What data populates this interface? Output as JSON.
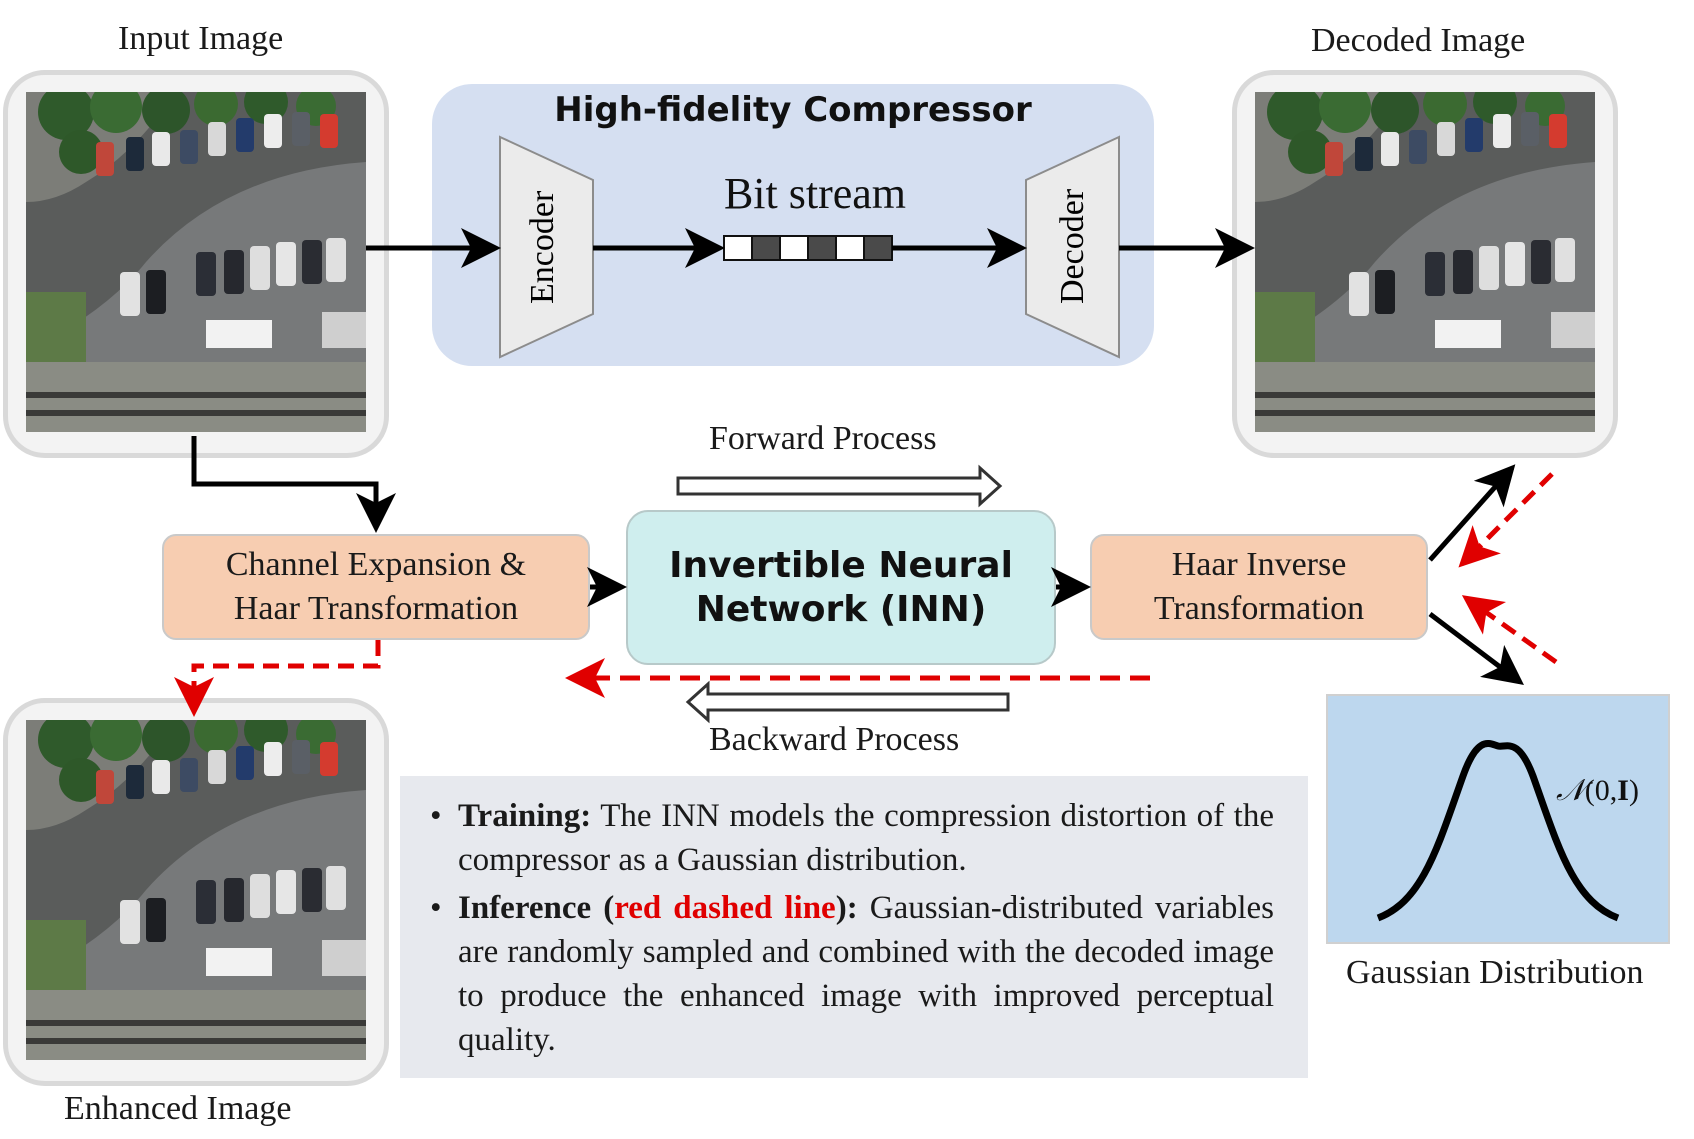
{
  "labels": {
    "input_image": "Input Image",
    "decoded_image": "Decoded Image",
    "enhanced_image": "Enhanced Image",
    "gaussian_distribution": "Gaussian Distribution"
  },
  "compressor": {
    "title": "High-fidelity Compressor",
    "encoder": "Encoder",
    "decoder": "Decoder",
    "bit_stream": "Bit stream"
  },
  "blocks": {
    "channel_expansion_line1": "Channel Expansion &",
    "channel_expansion_line2": "Haar Transformation",
    "inn_line1": "Invertible Neural",
    "inn_line2": "Network (INN)",
    "haar_inverse_line1": "Haar Inverse",
    "haar_inverse_line2": "Transformation"
  },
  "process": {
    "forward": "Forward Process",
    "backward": "Backward Process"
  },
  "gaussian": {
    "formula_n": "𝒩",
    "formula_args": "(0,",
    "formula_i": "I",
    "formula_close": ")"
  },
  "notes": {
    "training_label": "Training:",
    "training_text": " The INN models the compression distortion of the compressor as a Gaussian distribution.",
    "inference_label": "Inference (",
    "inference_red": "red dashed line",
    "inference_label_close": "):",
    "inference_text": " Gaussian-distributed variables are randomly sampled and combined with the decoded image to produce the enhanced image with improved perceptual quality."
  },
  "colors": {
    "compressor_bg": "#d5dff1",
    "block_orange": "#f7cdb1",
    "inn_cyan": "#cfeeee",
    "gaussian_bg": "#bdd7ee",
    "inference_red": "#e00000",
    "note_bg": "#e7e9ee"
  }
}
